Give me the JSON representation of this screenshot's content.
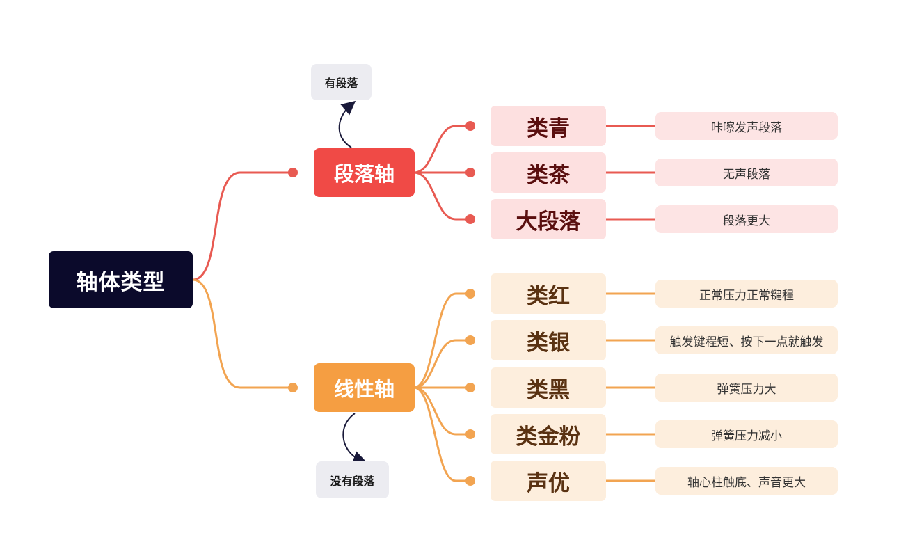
{
  "root": {
    "label": "轴体类型",
    "color": "#0b0a2b"
  },
  "branches": [
    {
      "label": "段落轴",
      "color": "#f04a46",
      "line_color": "#e85a52",
      "note": "有段落",
      "leaf_bg": "#fde0e0",
      "leaf_text": "#5a0f0f",
      "desc_bg": "#fde4e4",
      "children": [
        {
          "label": "类青",
          "desc": "咔嚓发声段落"
        },
        {
          "label": "类茶",
          "desc": "无声段落"
        },
        {
          "label": "大段落",
          "desc": "段落更大"
        }
      ]
    },
    {
      "label": "线性轴",
      "color": "#f59e42",
      "line_color": "#f2a451",
      "note": "没有段落",
      "leaf_bg": "#fdeedd",
      "leaf_text": "#5a3212",
      "desc_bg": "#fdeedd",
      "children": [
        {
          "label": "类红",
          "desc": "正常压力正常键程"
        },
        {
          "label": "类银",
          "desc": "触发键程短、按下一点就触发"
        },
        {
          "label": "类黑",
          "desc": "弹簧压力大"
        },
        {
          "label": "类金粉",
          "desc": "弹簧压力减小"
        },
        {
          "label": "声优",
          "desc": "轴心柱触底、声音更大"
        }
      ]
    }
  ]
}
